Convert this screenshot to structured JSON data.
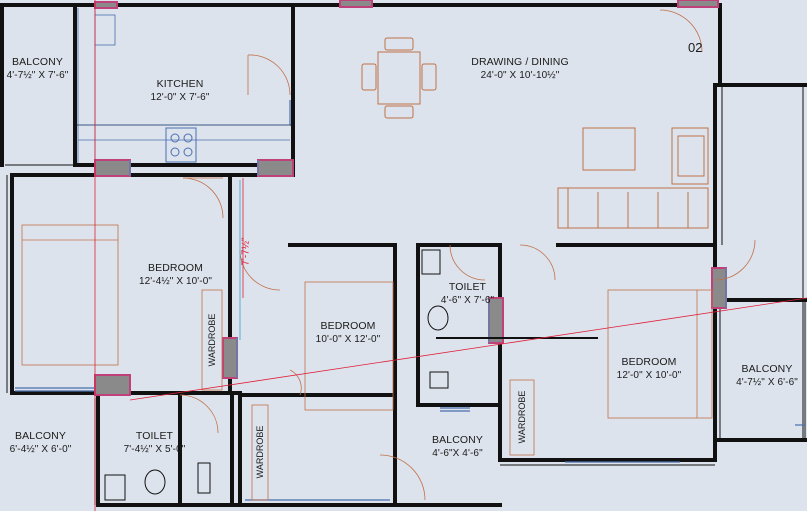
{
  "unit_number": "02",
  "annotation": "7'-7½\"",
  "rooms": {
    "balcony_tl": {
      "name": "BALCONY",
      "dim": "4'-7½\" X 7'-6\""
    },
    "kitchen": {
      "name": "KITCHEN",
      "dim": "12'-0\" X 7'-6\""
    },
    "drawing": {
      "name": "DRAWING / DINING",
      "dim": "24'-0\" X 10'-10½\""
    },
    "bedroom_l": {
      "name": "BEDROOM",
      "dim": "12'-4½\" X 10'-0\""
    },
    "bedroom_c": {
      "name": "BEDROOM",
      "dim": "10'-0\" X 12'-0\""
    },
    "toilet_c": {
      "name": "TOILET",
      "dim": "4'-6\" X 7'-6\""
    },
    "bedroom_r": {
      "name": "BEDROOM",
      "dim": "12'-0\" X 10'-0\""
    },
    "balcony_r": {
      "name": "BALCONY",
      "dim": "4'-7½\" X 6'-6\""
    },
    "balcony_bl": {
      "name": "BALCONY",
      "dim": "6'-4½\" X 6'-0\""
    },
    "toilet_bl": {
      "name": "TOILET",
      "dim": "7'-4½\" X 5'-0\""
    },
    "balcony_bc": {
      "name": "BALCONY",
      "dim": "4'-6\"X 4'-6\""
    }
  },
  "wardrobes": {
    "left": "WARDROBE",
    "center": "WARDROBE",
    "right": "WARDROBE"
  },
  "colors": {
    "background": "#dde3ec",
    "wall": "#111111",
    "furniture": "#c0704a",
    "column": "#c0407a",
    "window": "#4a6fb0",
    "guide": "#e0203a",
    "cyan": "#2aa7c9"
  }
}
